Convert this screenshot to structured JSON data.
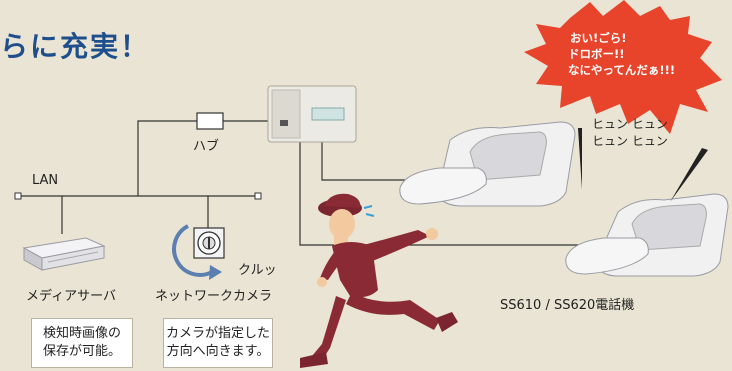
{
  "heading": "らに充実！",
  "labels": {
    "hub": "ハブ",
    "lan": "LAN",
    "media_server": "メディアサーバ",
    "network_camera": "ネットワークカメラ",
    "camera_sound": "クルッ",
    "phone_model": "SS610 / SS620電話機"
  },
  "notes": {
    "media_server": [
      "検知時画像の",
      "保存が可能。"
    ],
    "camera": [
      "カメラが指定した",
      "方向へ向きます。"
    ]
  },
  "speech": [
    "おい!ごら!",
    "ドロボー!!",
    "なにやってんだぁ!!!"
  ],
  "whoosh": [
    "ヒュン ヒュン",
    "ヒュン ヒュン"
  ],
  "colors": {
    "background": "#e9e4d3",
    "heading": "#1f4e8c",
    "burst": "#e8442b",
    "thief": "#8a2a35",
    "camera_arrow": "#5a7fb0"
  }
}
